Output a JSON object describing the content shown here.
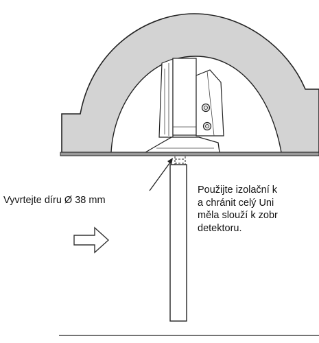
{
  "labels": {
    "drill_hole": "Vyvrtejte díru Ø 38 mm"
  },
  "instruction_lines": [
    "Použijte izolační k",
    "a chránit celý Uni",
    "měla slouží k zobr",
    "detektoru."
  ],
  "colors": {
    "housing_fill": "#d3d3d3",
    "outline": "#222222",
    "detector_fill": "#ffffff",
    "background": "#ffffff"
  },
  "icons": [
    "right-arrow-icon"
  ]
}
